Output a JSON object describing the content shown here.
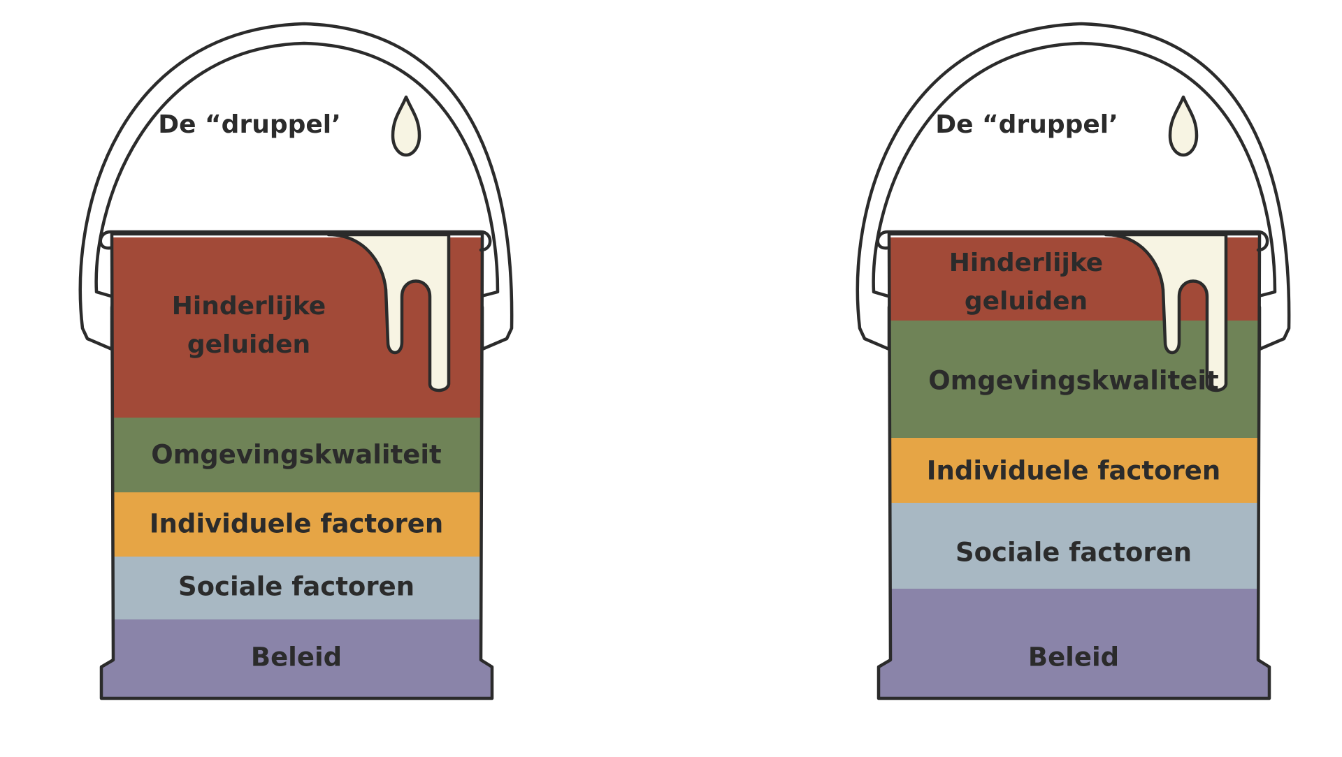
{
  "colors": {
    "outline": "#2b2b2b",
    "paint": "#f7f4e3",
    "handle_fill": "#ffffff",
    "text": "#2b2b2b"
  },
  "buckets": [
    {
      "id": "left",
      "drop_label": "De “druppel’",
      "drop_icon": "paint-drop-icon",
      "layers": [
        {
          "label_lines": [
            "Hinderlijke",
            "geluiden"
          ],
          "color": "#a24a38"
        },
        {
          "label_lines": [
            "Omgevingskwaliteit"
          ],
          "color": "#6f8357"
        },
        {
          "label_lines": [
            "Individuele factoren"
          ],
          "color": "#e6a545"
        },
        {
          "label_lines": [
            "Sociale factoren"
          ],
          "color": "#a8b8c3"
        },
        {
          "label_lines": [
            "Beleid"
          ],
          "color": "#8a84a9"
        }
      ]
    },
    {
      "id": "right",
      "drop_label": "De “druppel’",
      "drop_icon": "paint-drop-icon",
      "layers": [
        {
          "label_lines": [
            "Hinderlijke",
            "geluiden"
          ],
          "color": "#a24a38"
        },
        {
          "label_lines": [
            "Omgevingskwaliteit"
          ],
          "color": "#6f8357"
        },
        {
          "label_lines": [
            "Individuele factoren"
          ],
          "color": "#e6a545"
        },
        {
          "label_lines": [
            "Sociale factoren"
          ],
          "color": "#a8b8c3"
        },
        {
          "label_lines": [
            "Beleid"
          ],
          "color": "#8a84a9"
        }
      ]
    }
  ]
}
